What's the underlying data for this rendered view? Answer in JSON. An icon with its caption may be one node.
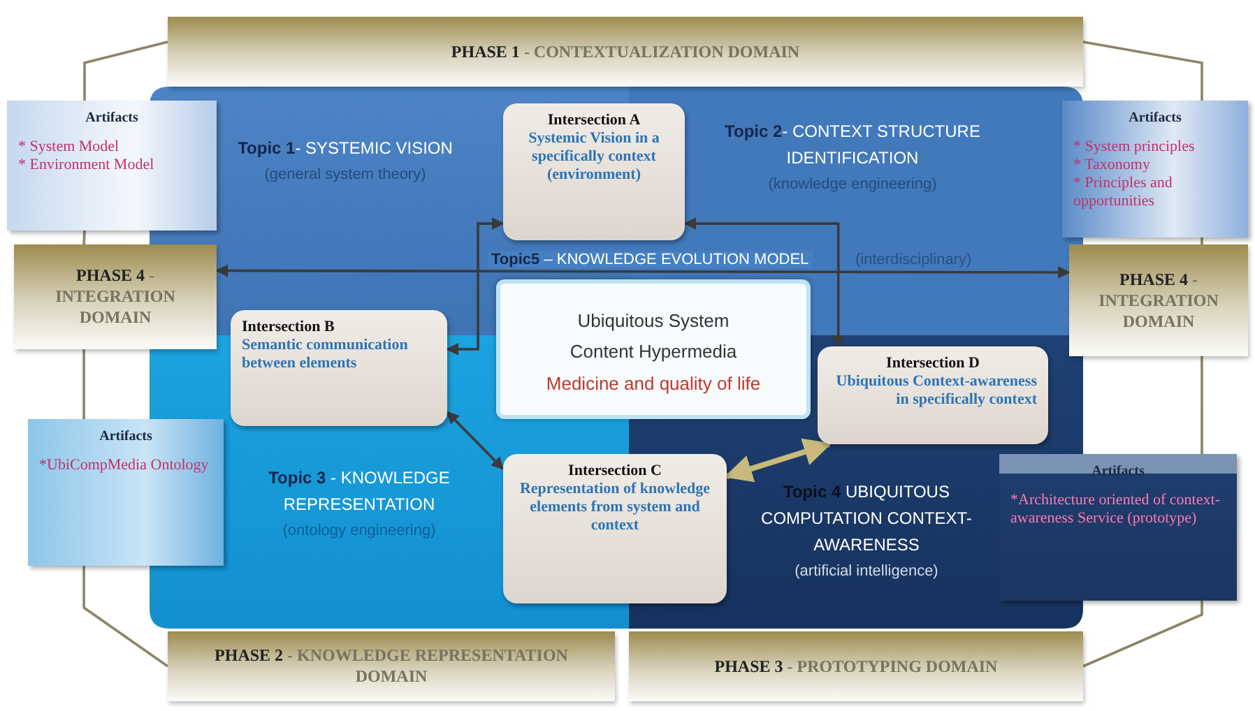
{
  "diagram": {
    "nodes": [
      {
        "text": [
          "**PHASE 1** - CONTEXTUALIZATION DOMAIN"
        ]
      },
      {
        "text": [
          "Artifacts",
          "* System Model",
          "* Environment Model"
        ]
      },
      {
        "text": [
          "Intersection A",
          "Systemic Vision in a specifically context (environment)"
        ]
      },
      {
        "text": [
          "Artifacts",
          "* System principles",
          "* Taxonomy",
          "* Principles and opportunities"
        ]
      },
      {
        "text": [
          "**PHASE 4** - INTEGRATION DOMAIN"
        ]
      },
      {
        "text": [
          "**PHASE 4** - INTEGRATION DOMAIN"
        ]
      },
      {
        "text": [
          "Intersection B",
          "Semantic communication between elements"
        ]
      },
      {
        "text": [
          "Ubiquitous System Content Hypermedia",
          "Medicine and quality of life"
        ]
      },
      {
        "text": [
          "Intersection D",
          "Ubiquitous Context-awareness in specifically context"
        ]
      },
      {
        "text": [
          "Artifacts",
          "*UbiCompMedia Ontology"
        ]
      },
      {
        "text": [
          "Intersection C",
          "Representation of knowledge elements from system and context"
        ]
      },
      {
        "text": [
          "Artifacts",
          "*Architecture oriented of context-awareness Service (prototype)"
        ]
      },
      {
        "text": [
          "**PHASE 2** - KNOWLEDGE REPRESENTATION DOMAIN"
        ]
      },
      {
        "text": [
          "**PHASE 3** - PROTOTYPING DOMAIN"
        ]
      }
    ],
    "edges": [
      {
        "from": 4,
        "to": 5,
        "arrow": "both",
        "label": "**Topic5** – KNOWLEDGE EVOLUTION MODEL"
      },
      {
        "from": 2,
        "to": 6,
        "arrow": "both"
      },
      {
        "from": 2,
        "to": 8,
        "arrow": "both"
      },
      {
        "from": 6,
        "to": 10,
        "arrow": "both"
      },
      {
        "from": 10,
        "to": 8,
        "arrow": "both",
        "style": "thick",
        "color": "#c9b97a"
      },
      {
        "from": 0,
        "to": 1,
        "arrow": "none",
        "color": "#8c8566"
      },
      {
        "from": 1,
        "to": 4,
        "arrow": "none",
        "color": "#8c8566"
      },
      {
        "from": 4,
        "to": 9,
        "arrow": "none",
        "color": "#8c8566"
      },
      {
        "from": 9,
        "to": 12,
        "arrow": "none",
        "color": "#8c8566"
      },
      {
        "from": 0,
        "to": 3,
        "arrow": "none",
        "color": "#8c8566"
      },
      {
        "from": 3,
        "to": 5,
        "arrow": "none",
        "color": "#8c8566"
      },
      {
        "from": 5,
        "to": 11,
        "arrow": "none",
        "color": "#8c8566"
      },
      {
        "from": 11,
        "to": 13,
        "arrow": "none",
        "color": "#8c8566"
      }
    ],
    "labels": [
      "**Topic 1**- SYSTEMIC VISION",
      "(general system theory)",
      "**Topic 2**- CONTEXT STRUCTURE IDENTIFICATION",
      "(knowledge engineering)",
      "(interdisciplinary)",
      "**Topic 3** - KNOWLEDGE REPRESENTATION",
      "(ontology engineering)",
      "**Topic 4** UBIQUITOUS COMPUTATION CONTEXT-AWARENESS",
      "(artificial intelligence)"
    ]
  }
}
